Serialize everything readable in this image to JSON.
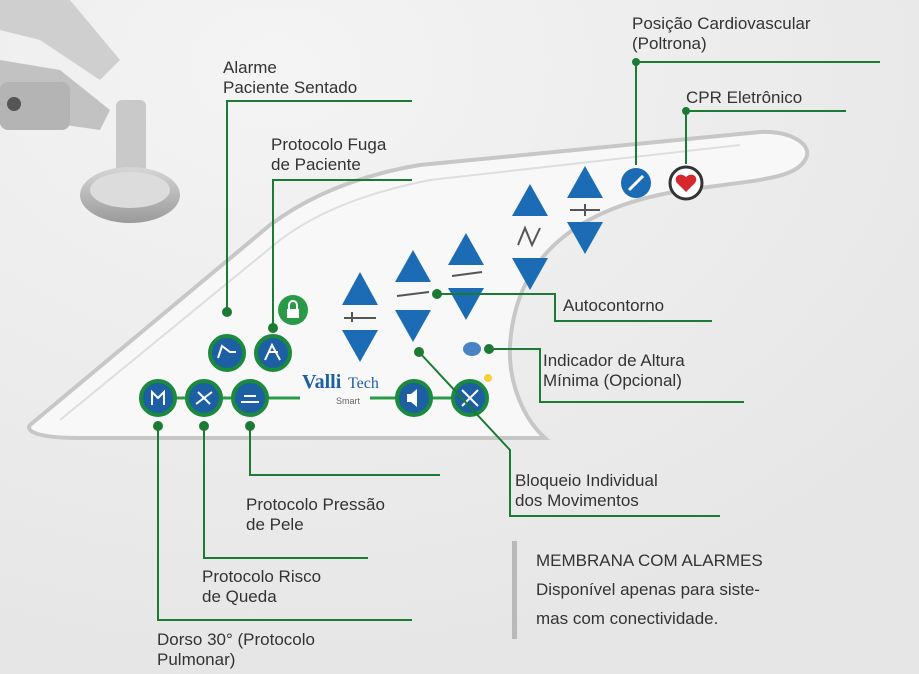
{
  "brand": {
    "name": "Valli",
    "suffix": "Tech",
    "sub": "Smart"
  },
  "colors": {
    "button_blue": "#1c6bb5",
    "button_green_ring": "#1b8a3c",
    "leader_green": "#1b7a33",
    "panel_fill": "#f7f7f7",
    "cpr_red": "#d7262e"
  },
  "labels": {
    "posicao_cardio": [
      "Posição Cardiovascular",
      "(Poltrona)"
    ],
    "cpr": [
      "CPR Eletrônico"
    ],
    "alarme_paciente": [
      "Alarme",
      "Paciente Sentado"
    ],
    "protocolo_fuga": [
      "Protocolo Fuga",
      "de Paciente"
    ],
    "autocontorno": [
      "Autocontorno"
    ],
    "altura_minima": [
      "Indicador de Altura",
      "Mínima (Opcional)"
    ],
    "bloqueio": [
      "Bloqueio Individual",
      "dos Movimentos"
    ],
    "pressao_pele": [
      "Protocolo Pressão",
      "de Pele"
    ],
    "risco_queda": [
      "Protocolo Risco",
      "de Queda"
    ],
    "dorso": [
      "Dorso 30° (Protocolo",
      "Pulmonar)"
    ]
  },
  "note": {
    "title": "MEMBRANA COM ALARMES",
    "lines": [
      "Disponível apenas para siste-",
      "mas com conectividade."
    ]
  },
  "icons": {
    "lock": "lock-icon",
    "cpr": "heart-icon",
    "cardio": "recline-icon",
    "alarm_seated": "seated-patient-icon",
    "escape": "patient-exit-icon",
    "lungs": "lungs-icon",
    "fall": "fall-risk-icon",
    "skin": "skin-pressure-icon",
    "sound": "speaker-icon",
    "mute": "mute-icon"
  }
}
